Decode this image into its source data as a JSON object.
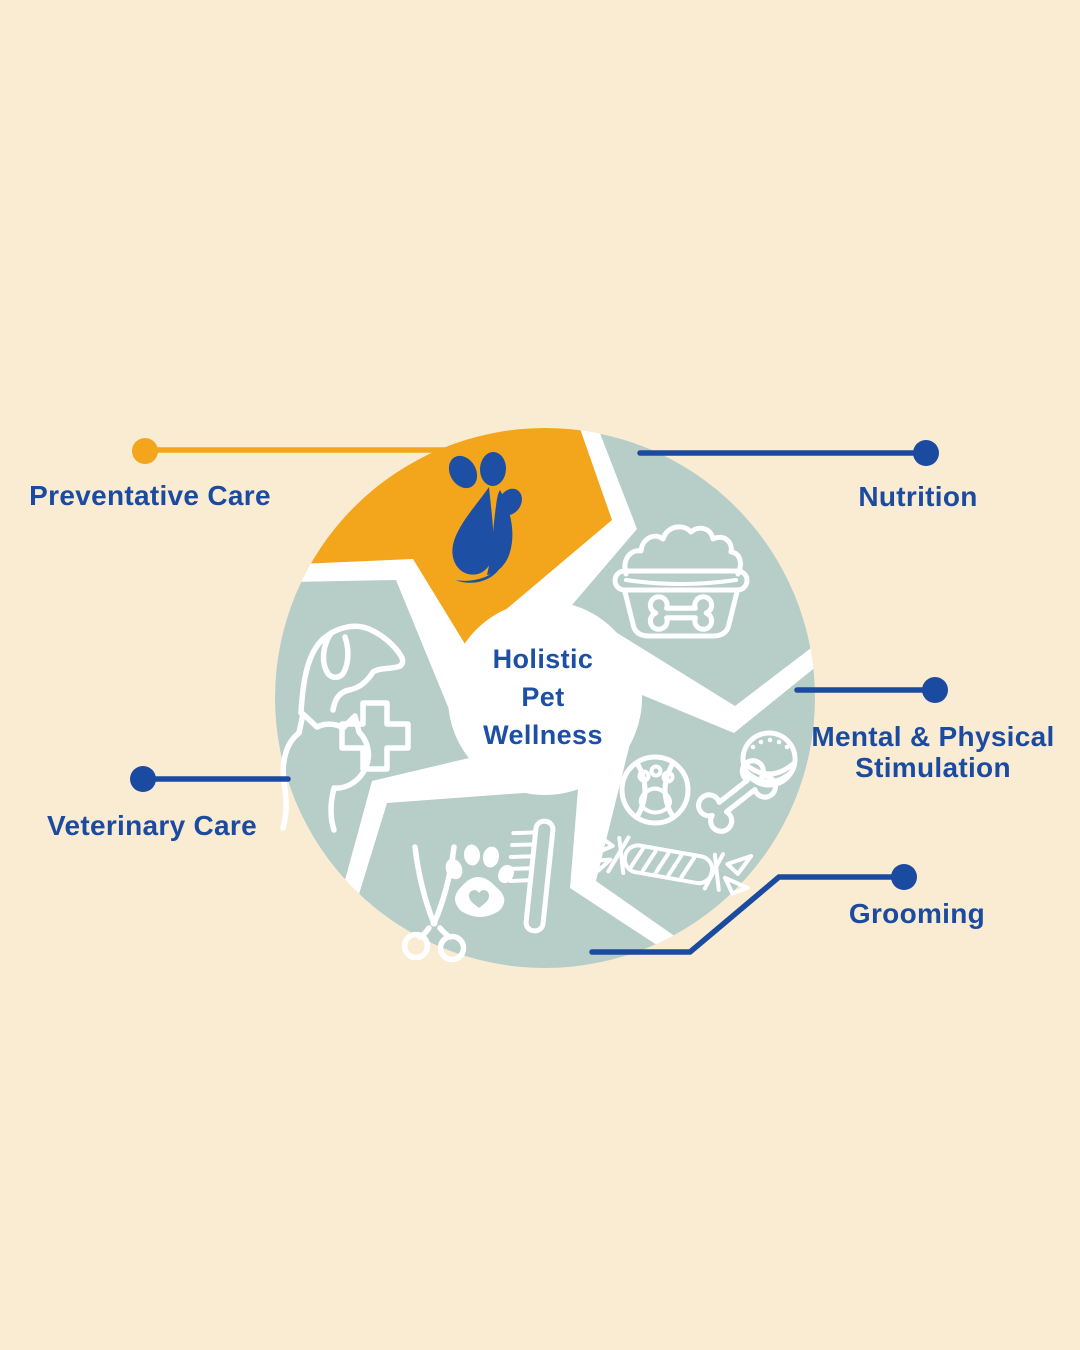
{
  "poster": {
    "type": "infographic-wheel",
    "background_color": "#FAECD3"
  },
  "center": {
    "title_lines": [
      "Holistic",
      "Pet",
      "Wellness"
    ]
  },
  "wheel": {
    "segments": [
      {
        "name": "preventative-care",
        "label": "Preventative Care",
        "color": "#F3A51C",
        "icon": "paw-leaf-logo",
        "connector_color": "#F3A51C",
        "dot_color": "#F3A51C"
      },
      {
        "name": "nutrition",
        "label": "Nutrition",
        "color": "#B7CDC8",
        "icon": "food-bowl-icon",
        "connector_color": "#1B4BA0",
        "dot_color": "#1B4BA0"
      },
      {
        "name": "mental-physical-stimulation",
        "label": "Mental & Physical Stimulation",
        "label_lines": [
          "Mental & Physical",
          "Stimulation"
        ],
        "color": "#B7CDC8",
        "icon": "pet-toys-icon",
        "connector_color": "#1B4BA0",
        "dot_color": "#1B4BA0"
      },
      {
        "name": "grooming",
        "label": "Grooming",
        "color": "#B7CDC8",
        "icon": "grooming-tools-icon",
        "connector_color": "#1B4BA0",
        "dot_color": "#1B4BA0"
      },
      {
        "name": "veterinary-care",
        "label": "Veterinary Care",
        "color": "#B7CDC8",
        "icon": "dog-cat-cross-icon",
        "connector_color": "#1B4BA0",
        "dot_color": "#1B4BA0"
      }
    ]
  },
  "colors": {
    "background": "#FAECD3",
    "accent_orange": "#F3A51C",
    "segment_teal": "#B7CDC8",
    "text_blue": "#1B4BA0",
    "logo_blue": "#1D4FA4",
    "divider_white": "#FFFFFF"
  }
}
